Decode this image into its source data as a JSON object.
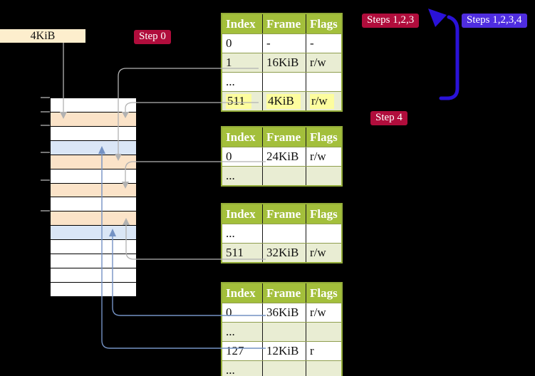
{
  "labels": {
    "frame_label": "4KiB",
    "step0": "Step 0",
    "steps_123": "Steps 1,2,3",
    "steps_1234": "Steps 1,2,3,4",
    "step4": "Step 4"
  },
  "colors": {
    "background": "#000000",
    "header_green": "#a3bf3b",
    "row_green": "#e9edd3",
    "table_border": "#93ac39",
    "row_sep": "#8f9e4e",
    "peach": "#fbe3c8",
    "light_blue": "#dae6f6",
    "cream": "#fdeecd",
    "crimson": "#b00d3c",
    "blue_violet": "#4f2de0",
    "arrow_blue": "#2a12d8",
    "line_gray": "#b2b2b2",
    "tick_gray": "#9a9a9a",
    "line_steel_blue": "#7492c4",
    "highlight_yellow": "#fdfd9e"
  },
  "memory_column": {
    "rows": [
      {
        "fill": "white"
      },
      {
        "fill": "peach"
      },
      {
        "fill": "white"
      },
      {
        "fill": "blue"
      },
      {
        "fill": "peach"
      },
      {
        "fill": "white"
      },
      {
        "fill": "peach"
      },
      {
        "fill": "white"
      },
      {
        "fill": "peach"
      },
      {
        "fill": "blue"
      },
      {
        "fill": "white"
      },
      {
        "fill": "white"
      },
      {
        "fill": "white"
      },
      {
        "fill": "white"
      }
    ]
  },
  "tables": [
    {
      "name": "page-table-level-4",
      "headers": [
        "Index",
        "Frame",
        "Flags"
      ],
      "rows": [
        {
          "cells": [
            "0",
            "-",
            "-"
          ],
          "shade": false,
          "highlight": false
        },
        {
          "cells": [
            "1",
            "16KiB",
            "r/w"
          ],
          "shade": true,
          "highlight": false
        },
        {
          "cells": [
            "...",
            "",
            ""
          ],
          "shade": false,
          "highlight": false
        },
        {
          "cells": [
            "511",
            "4KiB",
            "r/w"
          ],
          "shade": true,
          "highlight": true
        }
      ]
    },
    {
      "name": "page-table-level-3",
      "headers": [
        "Index",
        "Frame",
        "Flags"
      ],
      "rows": [
        {
          "cells": [
            "0",
            "24KiB",
            "r/w"
          ],
          "shade": false,
          "highlight": false
        },
        {
          "cells": [
            "...",
            "",
            ""
          ],
          "shade": true,
          "highlight": false
        }
      ]
    },
    {
      "name": "page-table-level-2",
      "headers": [
        "Index",
        "Frame",
        "Flags"
      ],
      "rows": [
        {
          "cells": [
            "...",
            "",
            ""
          ],
          "shade": false,
          "highlight": false
        },
        {
          "cells": [
            "511",
            "32KiB",
            "r/w"
          ],
          "shade": true,
          "highlight": false
        }
      ]
    },
    {
      "name": "page-table-level-1",
      "headers": [
        "Index",
        "Frame",
        "Flags"
      ],
      "rows": [
        {
          "cells": [
            "0",
            "36KiB",
            "r/w"
          ],
          "shade": false,
          "highlight": false
        },
        {
          "cells": [
            "...",
            "",
            ""
          ],
          "shade": true,
          "highlight": false
        },
        {
          "cells": [
            "127",
            "12KiB",
            "r"
          ],
          "shade": false,
          "highlight": false
        },
        {
          "cells": [
            "...",
            "",
            ""
          ],
          "shade": true,
          "highlight": false
        }
      ]
    }
  ]
}
